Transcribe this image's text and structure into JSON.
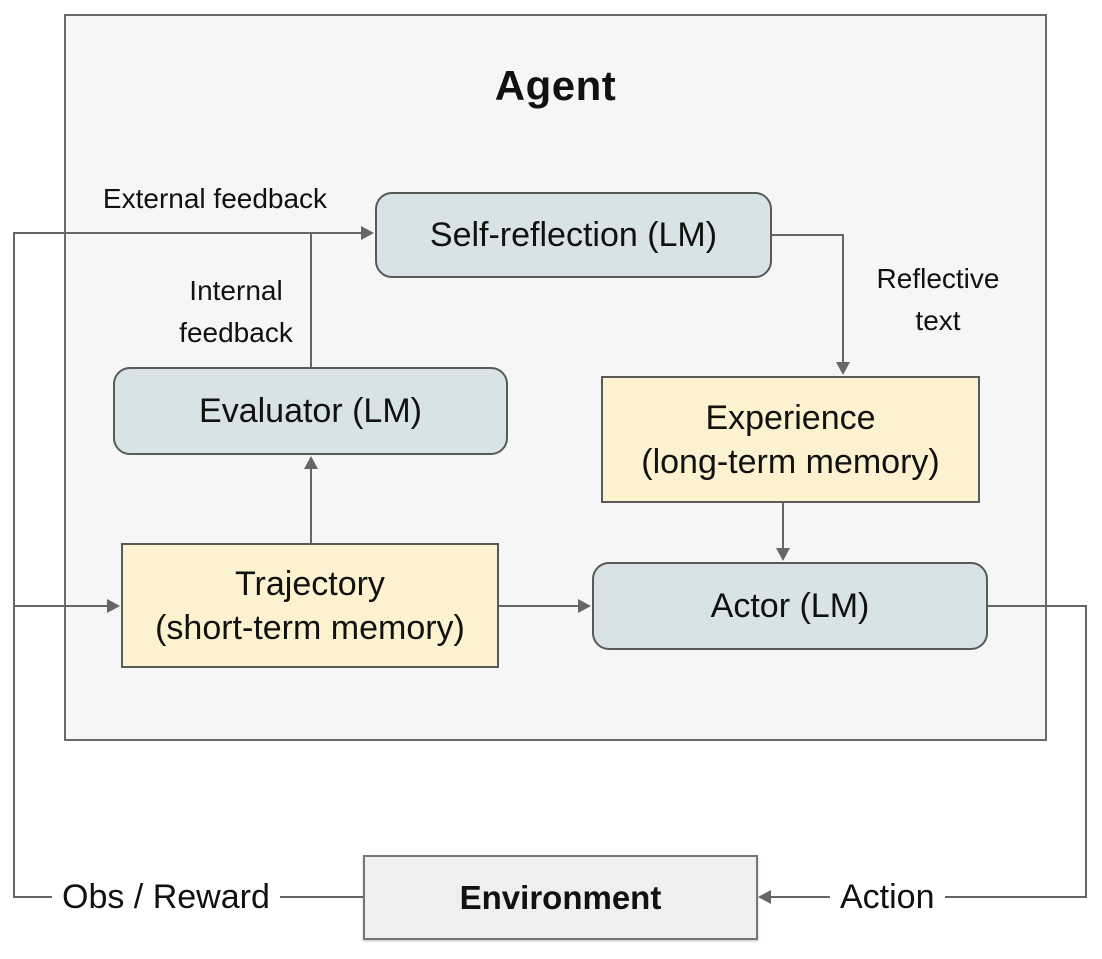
{
  "agent": {
    "title": "Agent"
  },
  "nodes": {
    "self_reflection": {
      "label": "Self-reflection (LM)"
    },
    "evaluator": {
      "label": "Evaluator (LM)"
    },
    "experience": {
      "label": "Experience",
      "sublabel": "(long-term memory)"
    },
    "trajectory": {
      "label": "Trajectory",
      "sublabel": "(short-term memory)"
    },
    "actor": {
      "label": "Actor (LM)"
    },
    "environment": {
      "label": "Environment"
    }
  },
  "edge_labels": {
    "external_feedback": "External feedback",
    "internal_feedback": {
      "line1": "Internal",
      "line2": "feedback"
    },
    "reflective_text": {
      "line1": "Reflective",
      "line2": "text"
    },
    "obs_reward": "Obs / Reward",
    "action": "Action"
  },
  "colors": {
    "lm-fill": "#d7e3e7",
    "memory-fill": "#fdf2cf",
    "agent-fill": "#f6f6f6",
    "environment-fill": "#efefef",
    "stroke": "#666666",
    "node-border": "#595959",
    "text": "#111111"
  }
}
